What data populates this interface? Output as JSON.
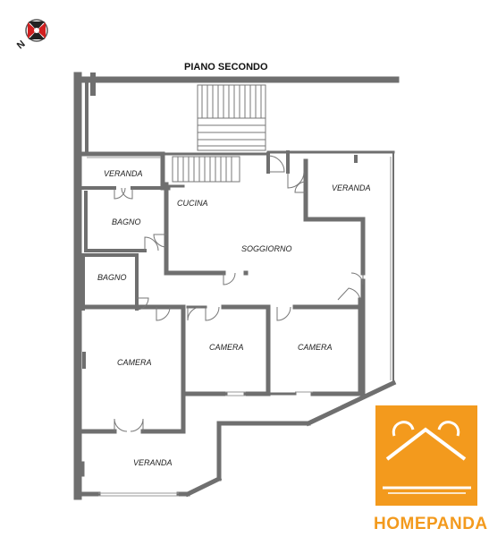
{
  "plan": {
    "title": "PIANO SECONDO",
    "compass_letter": "N",
    "rooms": {
      "veranda_top_left": "VERANDA",
      "cucina": "CUCINA",
      "veranda_top_right": "VERANDA",
      "bagno_upper": "BAGNO",
      "soggiorno": "SOGGIORNO",
      "bagno_lower": "BAGNO",
      "camera_left": "CAMERA",
      "camera_middle": "CAMERA",
      "camera_right": "CAMERA",
      "veranda_bottom": "VERANDA"
    }
  },
  "brand": {
    "name": "HOMEPANDA",
    "color": "#f39a1d"
  }
}
